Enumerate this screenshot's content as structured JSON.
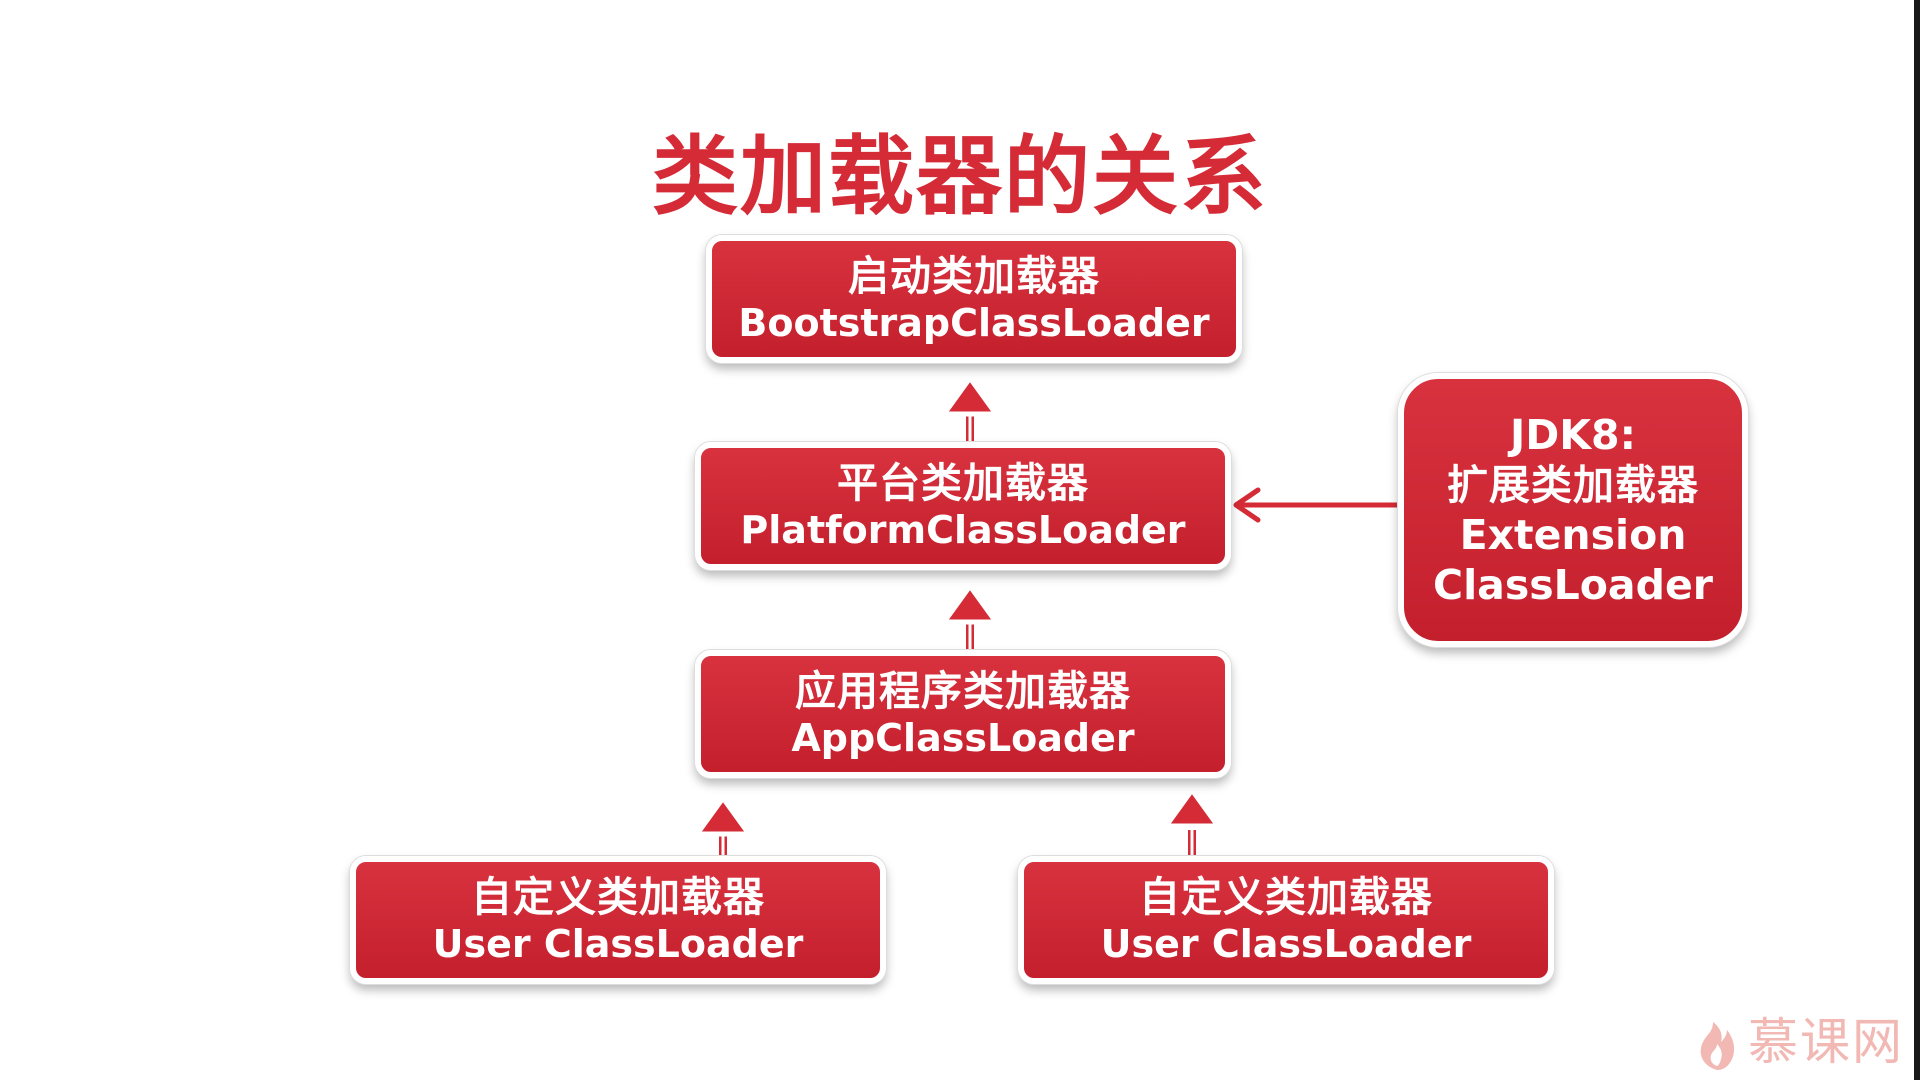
{
  "title": "类加载器的关系",
  "nodes": {
    "bootstrap": {
      "cn": "启动类加载器",
      "en": "BootstrapClassLoader"
    },
    "platform": {
      "cn": "平台类加载器",
      "en": "PlatformClassLoader"
    },
    "app": {
      "cn": "应用程序类加载器",
      "en": "AppClassLoader"
    },
    "user_left": {
      "cn": "自定义类加载器",
      "en": "User ClassLoader"
    },
    "user_right": {
      "cn": "自定义类加载器",
      "en": "User ClassLoader"
    },
    "extension": {
      "line1": "JDK8:",
      "line2": "扩展类加载器",
      "line3": "Extension",
      "line4": "ClassLoader"
    }
  },
  "edges": [
    {
      "from": "platform",
      "to": "bootstrap",
      "style": "hollow-triangle"
    },
    {
      "from": "app",
      "to": "platform",
      "style": "hollow-triangle"
    },
    {
      "from": "user_left",
      "to": "app",
      "style": "hollow-triangle"
    },
    {
      "from": "user_right",
      "to": "app",
      "style": "hollow-triangle"
    },
    {
      "from": "extension",
      "to": "platform",
      "style": "open-arrow"
    }
  ],
  "colors": {
    "box": "#d42b36",
    "text_on_box": "#ffffff",
    "title": "#d42b36",
    "watermark": "#f1b8b4"
  },
  "watermark": {
    "text": "慕课网",
    "icon": "flame-icon"
  }
}
